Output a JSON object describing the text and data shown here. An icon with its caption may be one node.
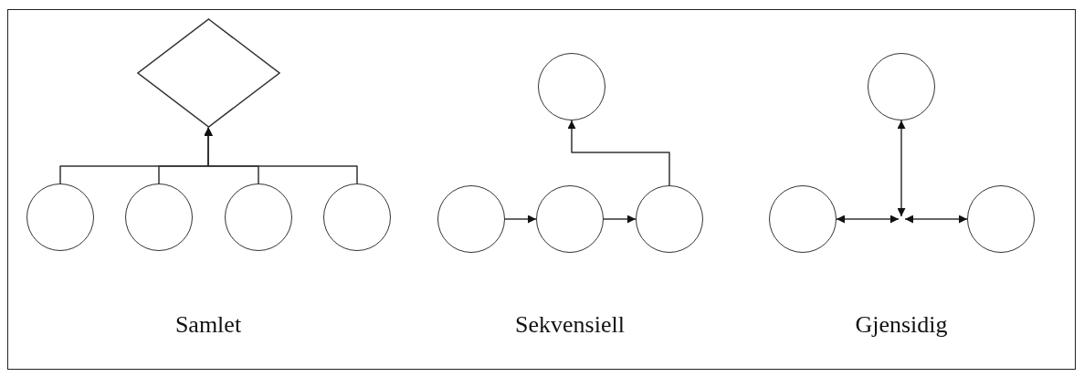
{
  "diagram": {
    "nodes": [
      {
        "text": [],
        "shape": "diamond"
      },
      {
        "text": [],
        "shape": "circle"
      },
      {
        "text": [],
        "shape": "circle"
      },
      {
        "text": [],
        "shape": "circle"
      },
      {
        "text": [],
        "shape": "circle"
      },
      {
        "text": [],
        "shape": "circle"
      },
      {
        "text": [],
        "shape": "circle"
      },
      {
        "text": [],
        "shape": "circle"
      },
      {
        "text": [],
        "shape": "circle"
      },
      {
        "text": [],
        "shape": "circle"
      },
      {
        "text": [],
        "shape": "circle"
      },
      {
        "text": [],
        "shape": "circle"
      }
    ],
    "edges": [
      {
        "from": 1,
        "to": 0,
        "arrow": "to"
      },
      {
        "from": 2,
        "to": 0,
        "arrow": "to"
      },
      {
        "from": 3,
        "to": 0,
        "arrow": "to"
      },
      {
        "from": 4,
        "to": 0,
        "arrow": "to"
      },
      {
        "from": 6,
        "to": 7,
        "arrow": "to"
      },
      {
        "from": 7,
        "to": 8,
        "arrow": "to"
      },
      {
        "from": 8,
        "to": 5,
        "arrow": "to"
      },
      {
        "from": null,
        "to": 9,
        "arrow": "both"
      },
      {
        "from": null,
        "to": 10,
        "arrow": "both"
      },
      {
        "from": null,
        "to": 11,
        "arrow": "both"
      }
    ],
    "labels": [
      "Samlet",
      "Sekvensiell",
      "Gjensidig"
    ]
  }
}
